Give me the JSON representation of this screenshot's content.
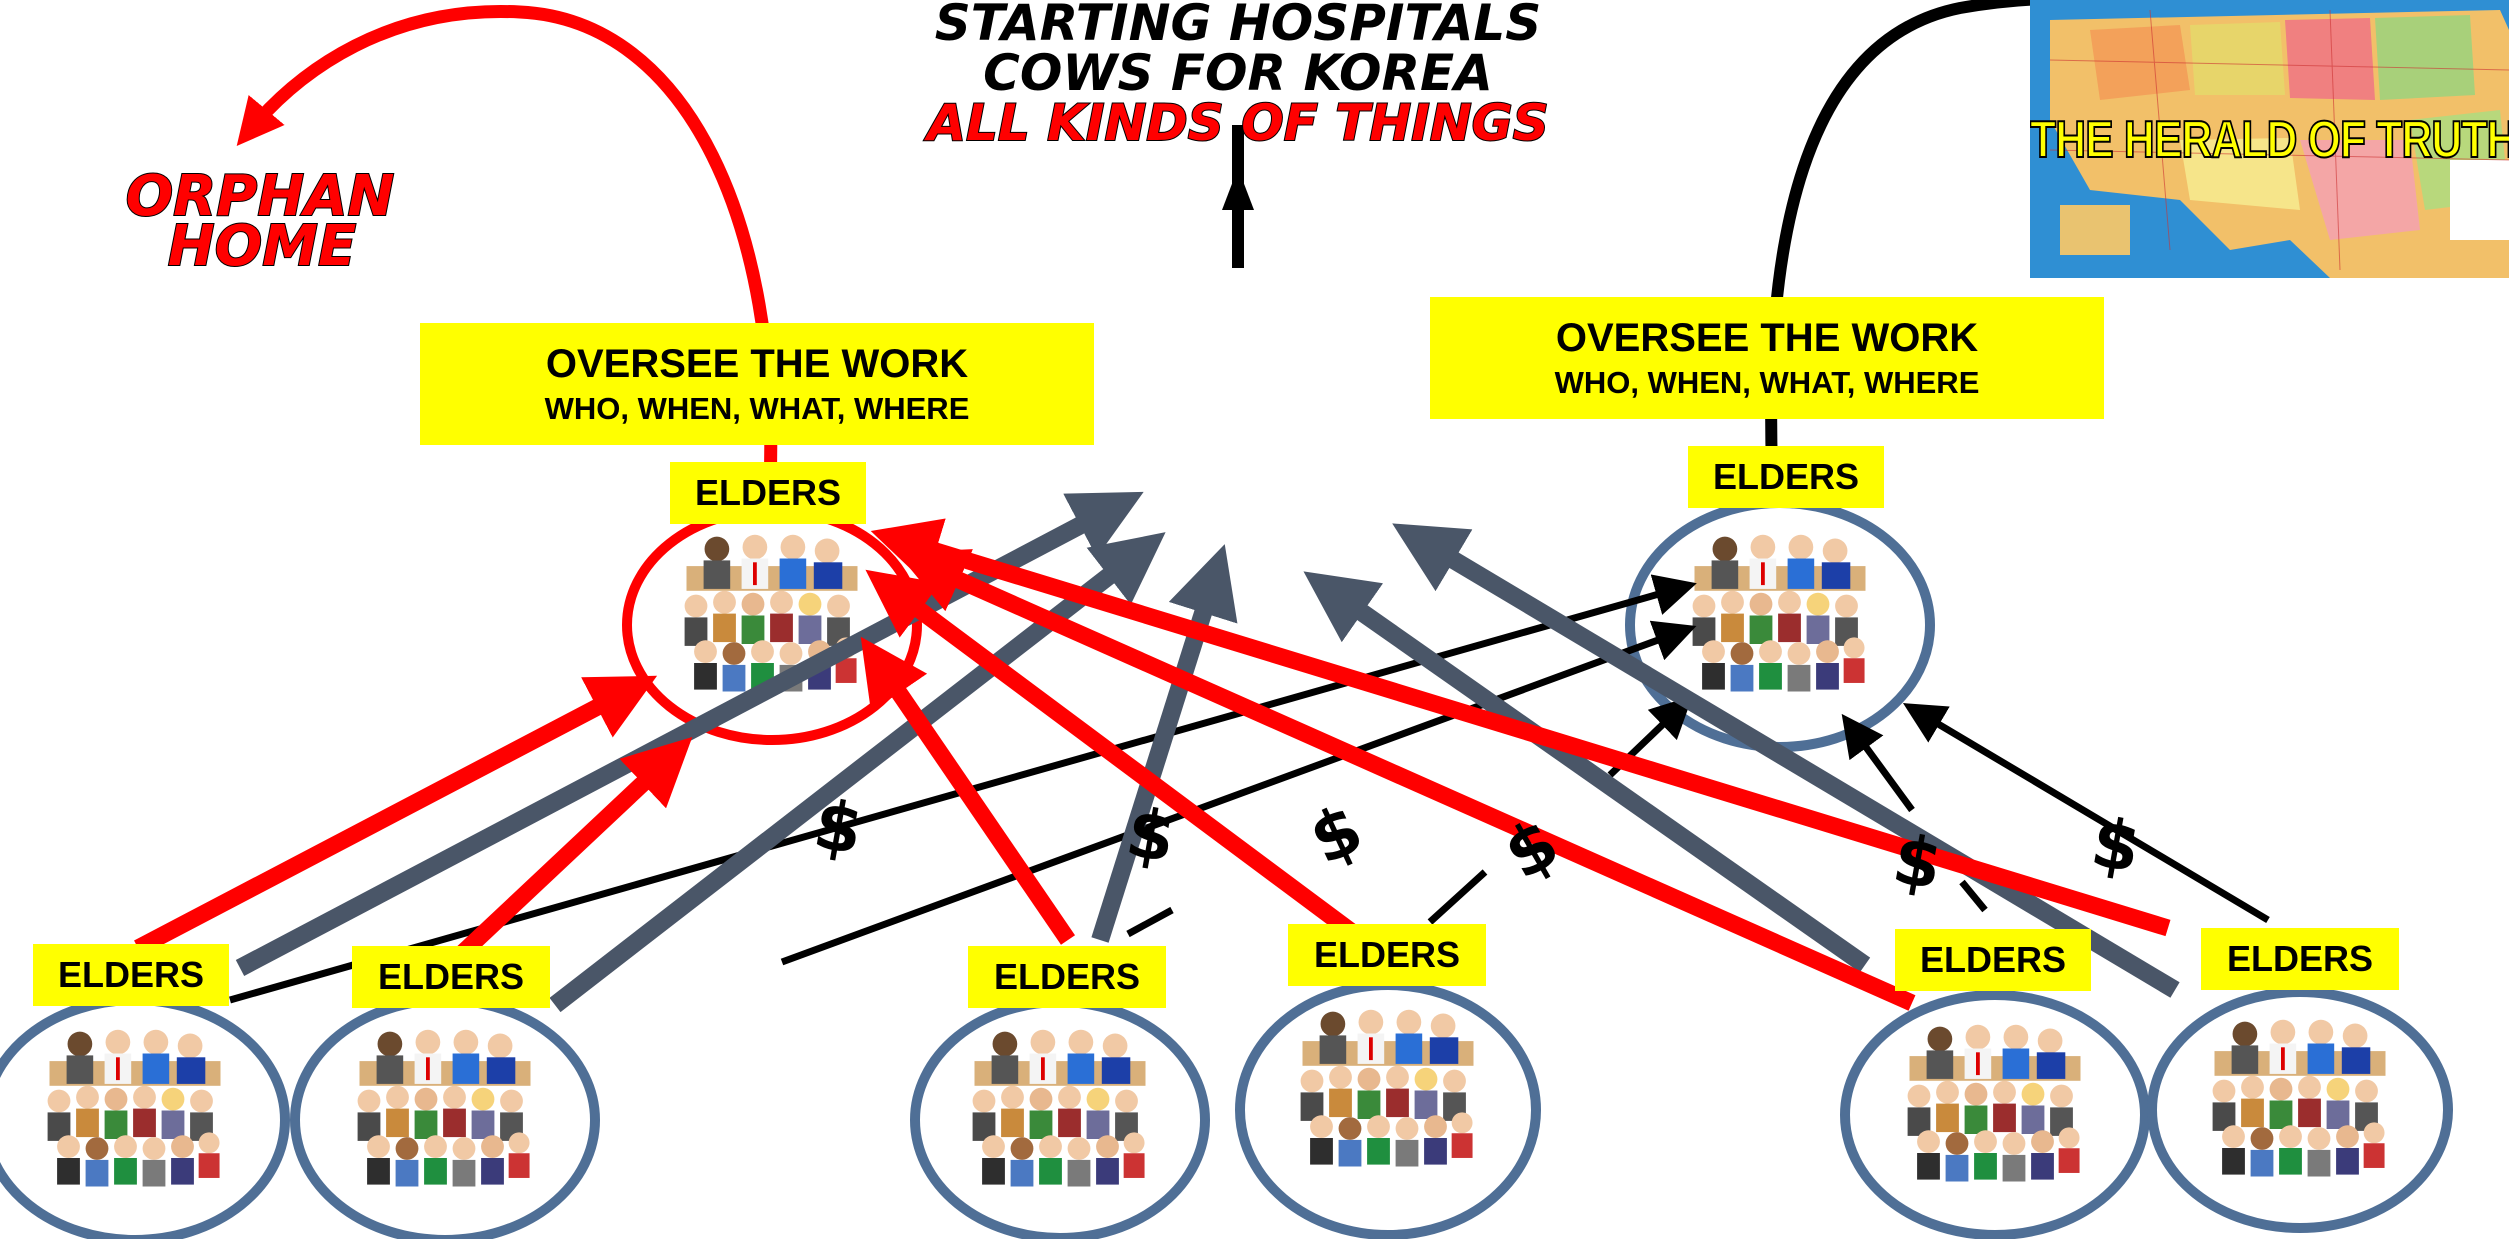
{
  "headings": {
    "line1": "STARTING HOSPITALS",
    "line2": "COWS FOR KOREA",
    "line3": "ALL KINDS OF THINGS",
    "orphan1": "ORPHAN",
    "orphan2": "HOME"
  },
  "map": {
    "title": "THE HERALD OF TRUTH"
  },
  "oversee_left": {
    "title": "OVERSEE THE WORK",
    "subtitle": "WHO, WHEN, WHAT, WHERE"
  },
  "oversee_right": {
    "title": "OVERSEE THE WORK",
    "subtitle": "WHO, WHEN, WHAT, WHERE"
  },
  "elders_label": "ELDERS",
  "dollar": "$",
  "colors": {
    "red": "#ff0000",
    "slate": "#4a5668",
    "black": "#000000",
    "ring_blue": "#4f6f96",
    "label_yellow": "#ffff00"
  },
  "groups": [
    "left-hub",
    "right-hub",
    "bottom-1",
    "bottom-2",
    "bottom-3",
    "bottom-4",
    "bottom-5",
    "bottom-6"
  ]
}
